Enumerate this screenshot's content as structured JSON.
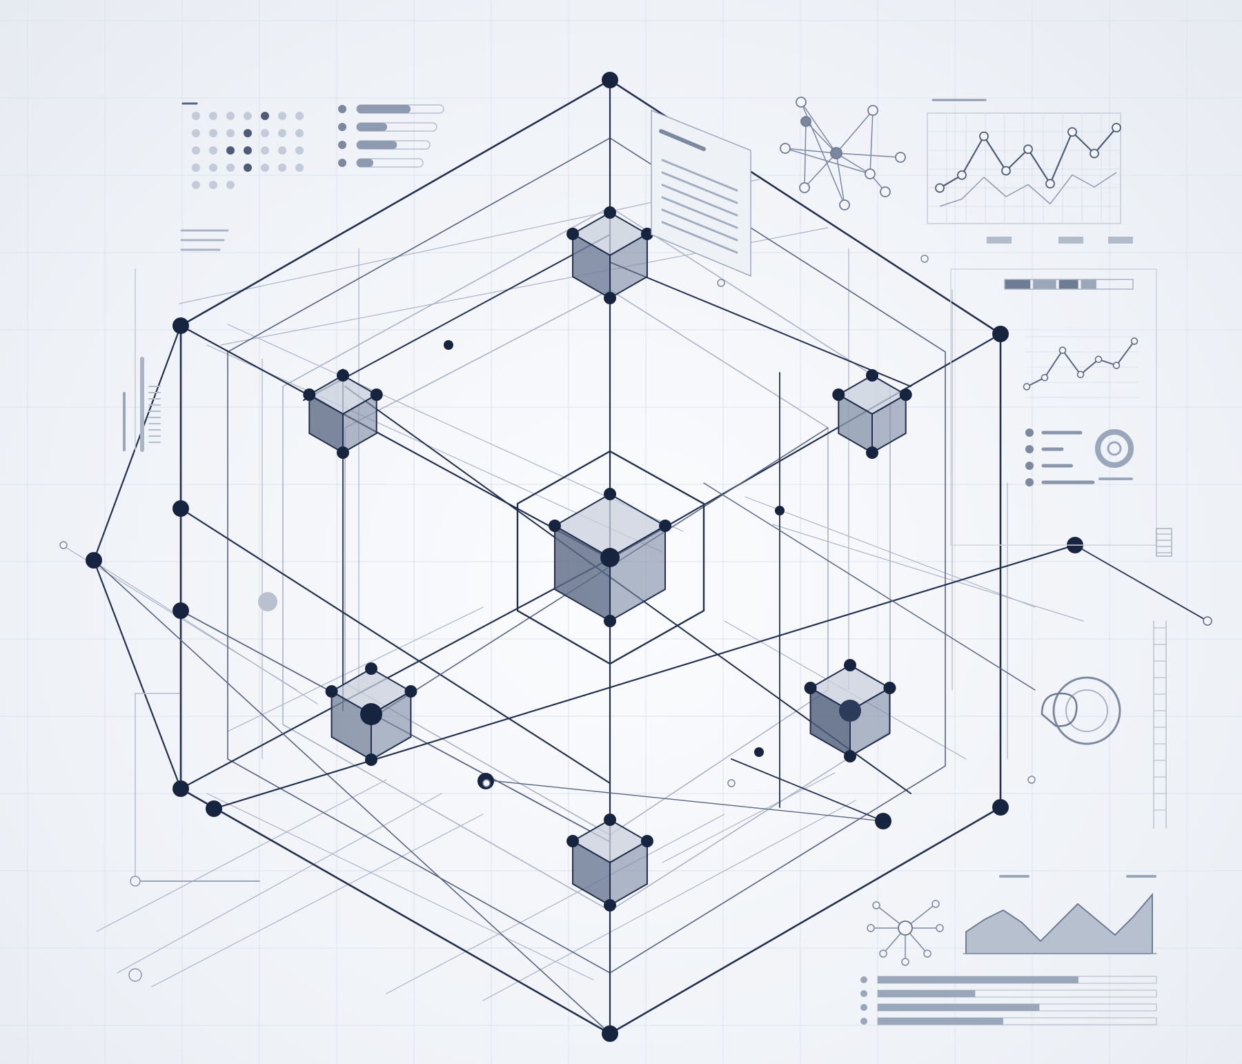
{
  "palette": {
    "background": "#f3f5f9",
    "grid": "#dde3ec",
    "line_dark": "#1f2f4d",
    "line_mid": "#55647f",
    "line_light": "#a9b4c6",
    "node": "#16243f",
    "cube_fill": "#7d8aa3",
    "panel_fill": "#c9d0dc"
  },
  "widgets": {
    "dot_matrix": {
      "rows": 5,
      "cols": 7,
      "highlighted": [
        [
          1,
          3
        ],
        [
          2,
          2
        ],
        [
          2,
          3
        ],
        [
          3,
          3
        ],
        [
          0,
          4
        ]
      ]
    },
    "progress_bars_top": [
      0.62,
      0.38,
      0.55,
      0.25
    ],
    "line_chart_top_right": {
      "values": [
        0.3,
        0.45,
        0.9,
        0.5,
        0.75,
        0.35,
        0.95,
        0.7,
        1.0
      ]
    },
    "line_chart_mid_right": {
      "values": [
        0.2,
        0.35,
        0.8,
        0.4,
        0.65,
        0.55,
        0.95
      ]
    },
    "segmented_bar": [
      0.2,
      0.18,
      0.15,
      0.12
    ],
    "legend_bars_mid_right": [
      0.6,
      0.3,
      0.45,
      0.8
    ],
    "progress_bars_bottom": [
      0.72,
      0.35,
      0.58,
      0.45
    ],
    "area_chart_bottom": {
      "values": [
        0.35,
        0.55,
        0.7,
        0.5,
        0.2,
        0.5,
        0.8,
        0.55,
        0.3,
        0.6,
        0.95
      ]
    }
  },
  "icons": [
    "network-graph-icon",
    "hub-spoke-icon",
    "donut-icon",
    "pin-icon",
    "cube-icon"
  ]
}
